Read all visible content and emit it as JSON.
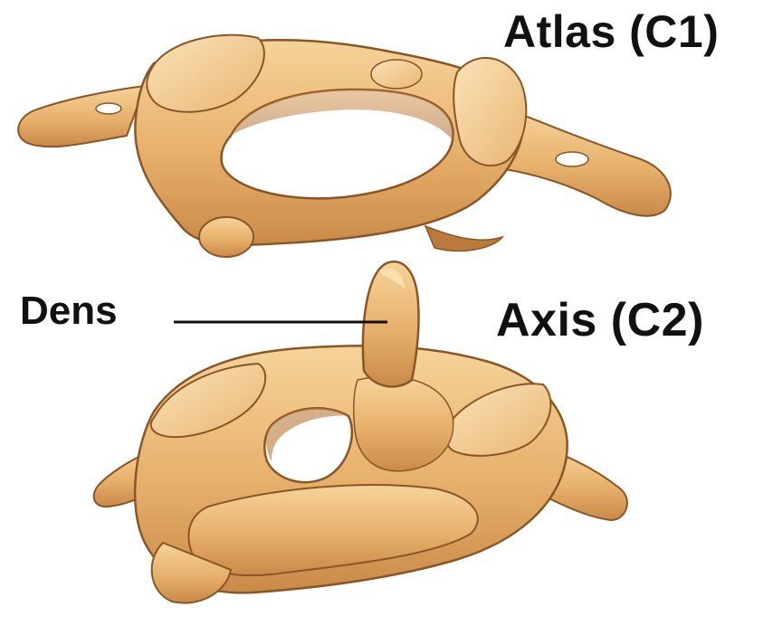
{
  "labels": {
    "atlas": "Atlas (C1)",
    "axis": "Axis (C2)",
    "dens": "Dens"
  },
  "colors": {
    "bone_light": "#F3C98A",
    "bone_mid": "#E3A862",
    "bone_dark": "#B97A3C",
    "outline": "#8A5626",
    "text": "#111111",
    "background": "#FFFFFF"
  }
}
